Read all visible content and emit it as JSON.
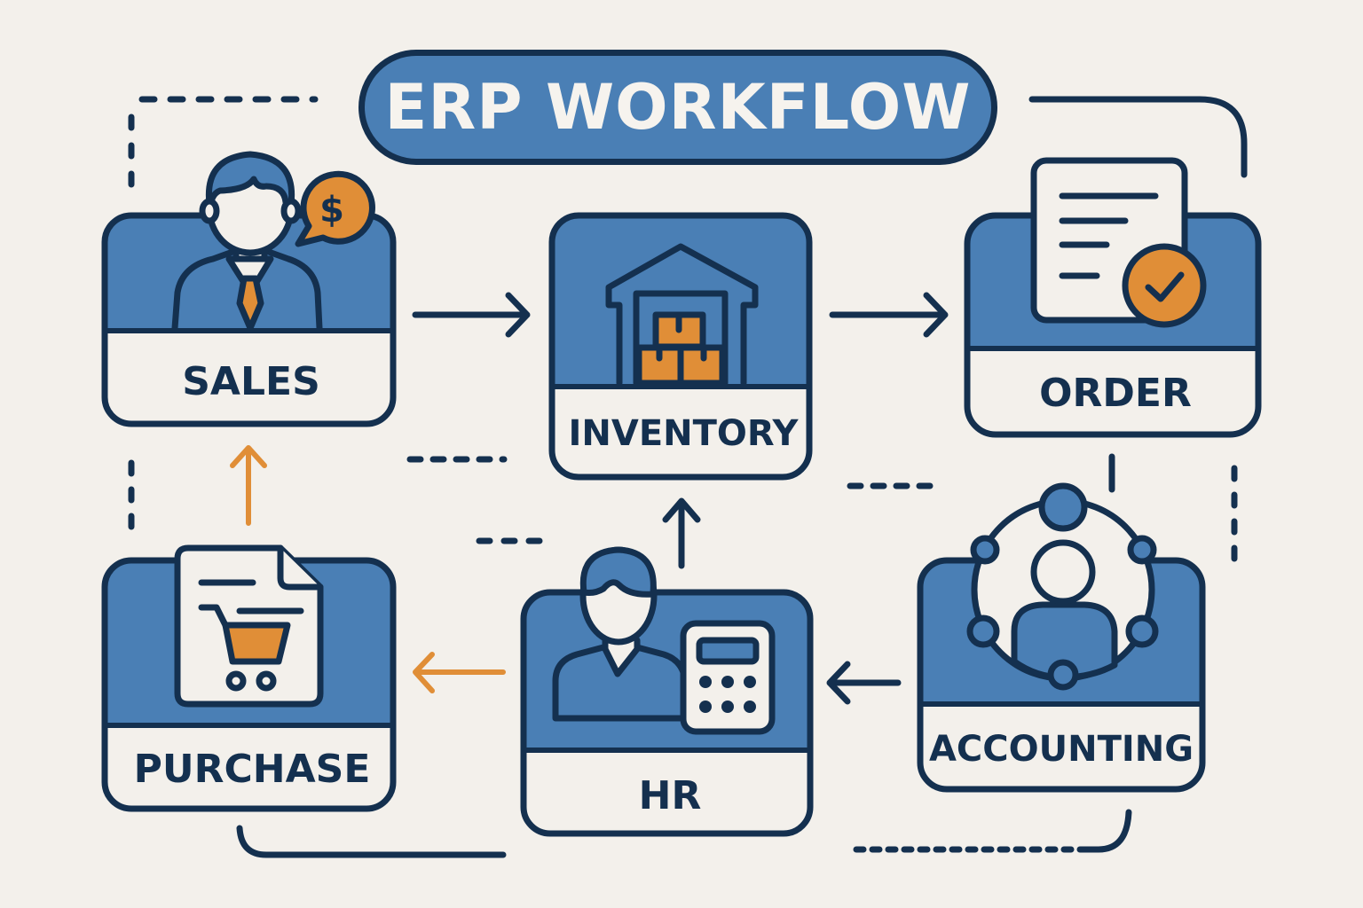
{
  "title": "ERP WORKFLOW",
  "colors": {
    "background": "#f3f0eb",
    "primary_blue": "#4a7fb5",
    "ink": "#14304f",
    "accent_orange": "#e08e37",
    "card_light": "#f3f0eb"
  },
  "modules": [
    {
      "id": "sales",
      "label": "SALES",
      "icon": "salesperson-icon"
    },
    {
      "id": "inventory",
      "label": "INVENTORY",
      "icon": "warehouse-icon"
    },
    {
      "id": "order",
      "label": "ORDER",
      "icon": "approved-document-icon"
    },
    {
      "id": "accounting",
      "label": "ACCOUNTING",
      "icon": "network-person-icon"
    },
    {
      "id": "hr",
      "label": "HR",
      "icon": "employee-calculator-icon"
    },
    {
      "id": "purchase",
      "label": "PURCHASE",
      "icon": "shopping-cart-document-icon"
    }
  ],
  "flows": [
    {
      "from": "SALES",
      "to": "INVENTORY",
      "color": "ink"
    },
    {
      "from": "INVENTORY",
      "to": "ORDER",
      "color": "ink"
    },
    {
      "from": "HR",
      "to": "INVENTORY",
      "color": "ink"
    },
    {
      "from": "ACCOUNTING",
      "to": "HR",
      "color": "ink"
    },
    {
      "from": "HR",
      "to": "PURCHASE",
      "color": "orange"
    },
    {
      "from": "PURCHASE",
      "to": "SALES",
      "color": "orange"
    }
  ]
}
